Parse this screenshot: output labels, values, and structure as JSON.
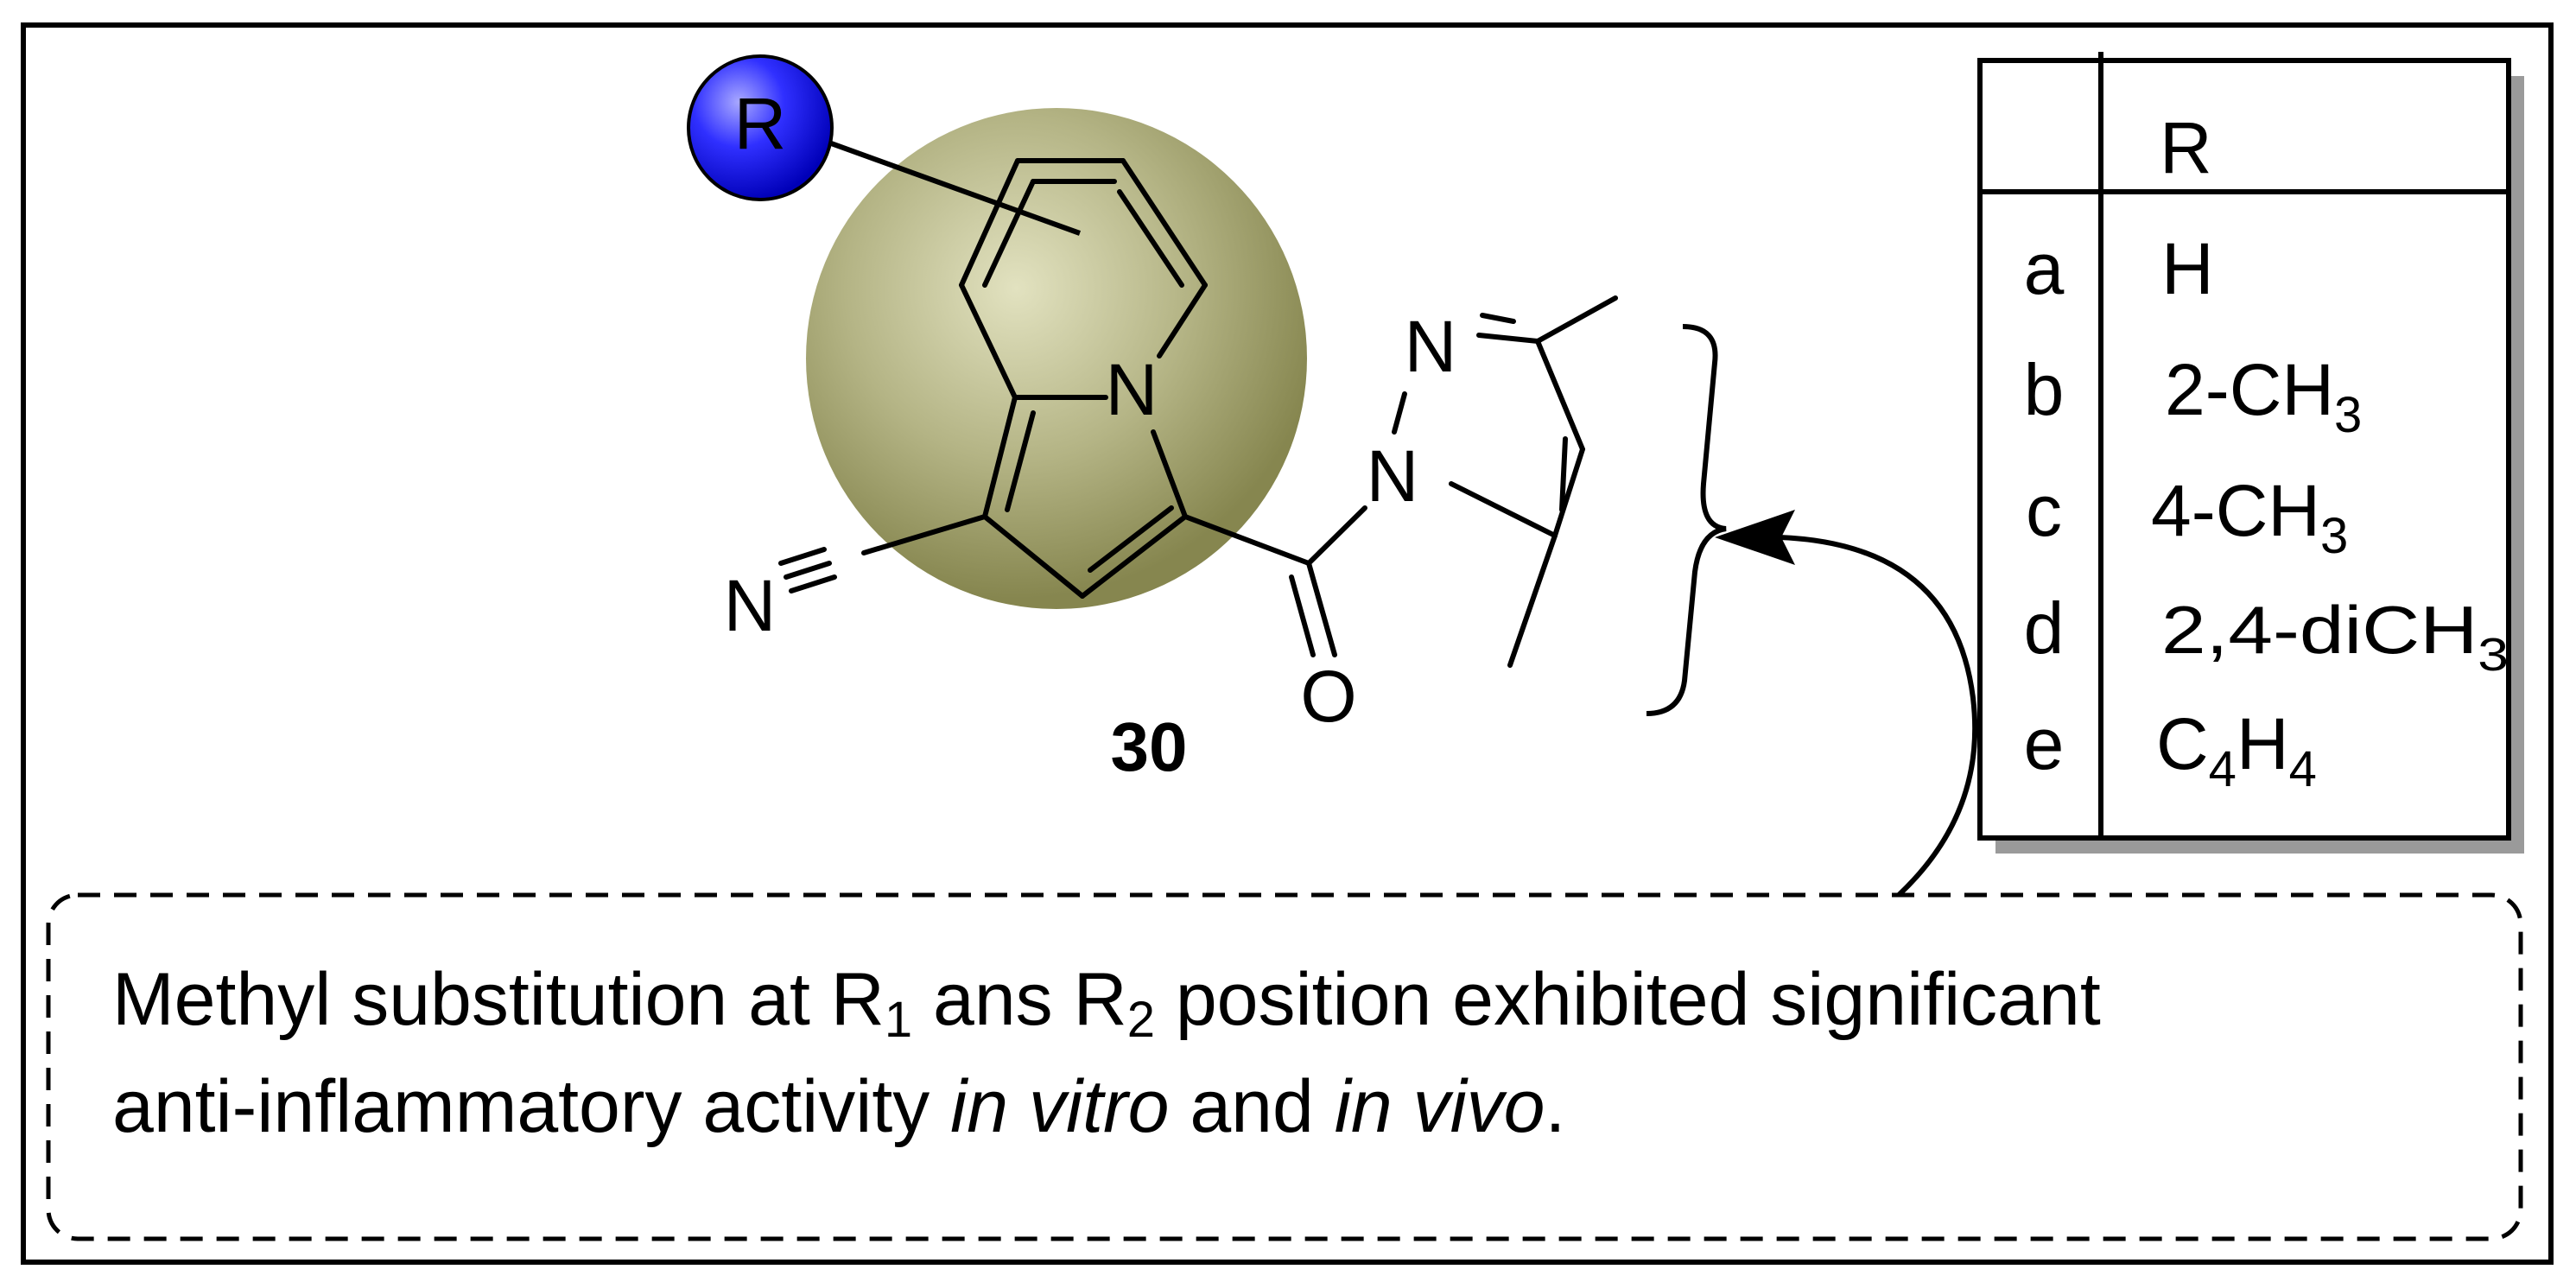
{
  "compound": {
    "label": "30",
    "r_group": "R",
    "atoms": {
      "n_ring": "N",
      "n_nitrile": "N",
      "o_carbonyl": "O",
      "n_pyrazole_1": "N",
      "n_pyrazole_2": "N"
    }
  },
  "table": {
    "header": "R",
    "rows": [
      {
        "key": "a",
        "value": "H",
        "value_sub": "",
        "value_suffix": ""
      },
      {
        "key": "b",
        "value": "2-CH",
        "value_sub": "3",
        "value_suffix": ""
      },
      {
        "key": "c",
        "value": "4-CH",
        "value_sub": "3",
        "value_suffix": ""
      },
      {
        "key": "d",
        "value": "2,4-diCH",
        "value_sub": "3",
        "value_suffix": ""
      },
      {
        "key": "e",
        "value": "C",
        "value_sub": "4",
        "value_suffix": "H",
        "value_suffix_sub": "4"
      }
    ]
  },
  "caption": {
    "part1": "Methyl substitution at R",
    "sub1": "1",
    "part2": " ans R",
    "sub2": "2",
    "part3": " position exhibited significant",
    "line2_part1": "anti-inflammatory activity ",
    "line2_italic1": "in vitro",
    "line2_part2": " and ",
    "line2_italic2": "in vivo",
    "line2_part3": "."
  },
  "colors": {
    "r_sphere": "#1a1aff",
    "core_sphere": "#9a9a66",
    "line": "#000000",
    "shadow": "#9a9a9a"
  }
}
